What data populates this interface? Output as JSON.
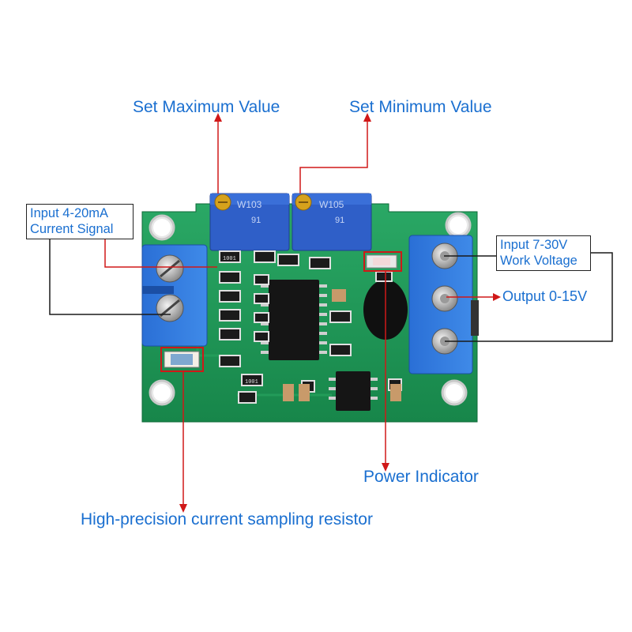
{
  "labels": {
    "set_max": "Set Maximum Value",
    "set_min": "Set Minimum Value",
    "input_current_line1": "Input 4-20mA",
    "input_current_line2": "Current Signal",
    "input_voltage_line1": "Input 7-30V",
    "input_voltage_line2": "Work Voltage",
    "output": "Output 0-15V",
    "power_indicator": "Power Indicator",
    "sampling_resistor": "High-precision current sampling resistor"
  },
  "board_markings": {
    "pot_left": "W103",
    "pot_right": "W105",
    "pot_sub": "91",
    "resistor_code": "1001"
  },
  "colors": {
    "label_text": "#1a6fd0",
    "leader_line": "#d01818",
    "pcb_green": "#1f9a55",
    "terminal_blue": "#2a72d8",
    "trimpot_blue": "#2f5fc8",
    "trimpot_screw": "#d6a21c"
  }
}
